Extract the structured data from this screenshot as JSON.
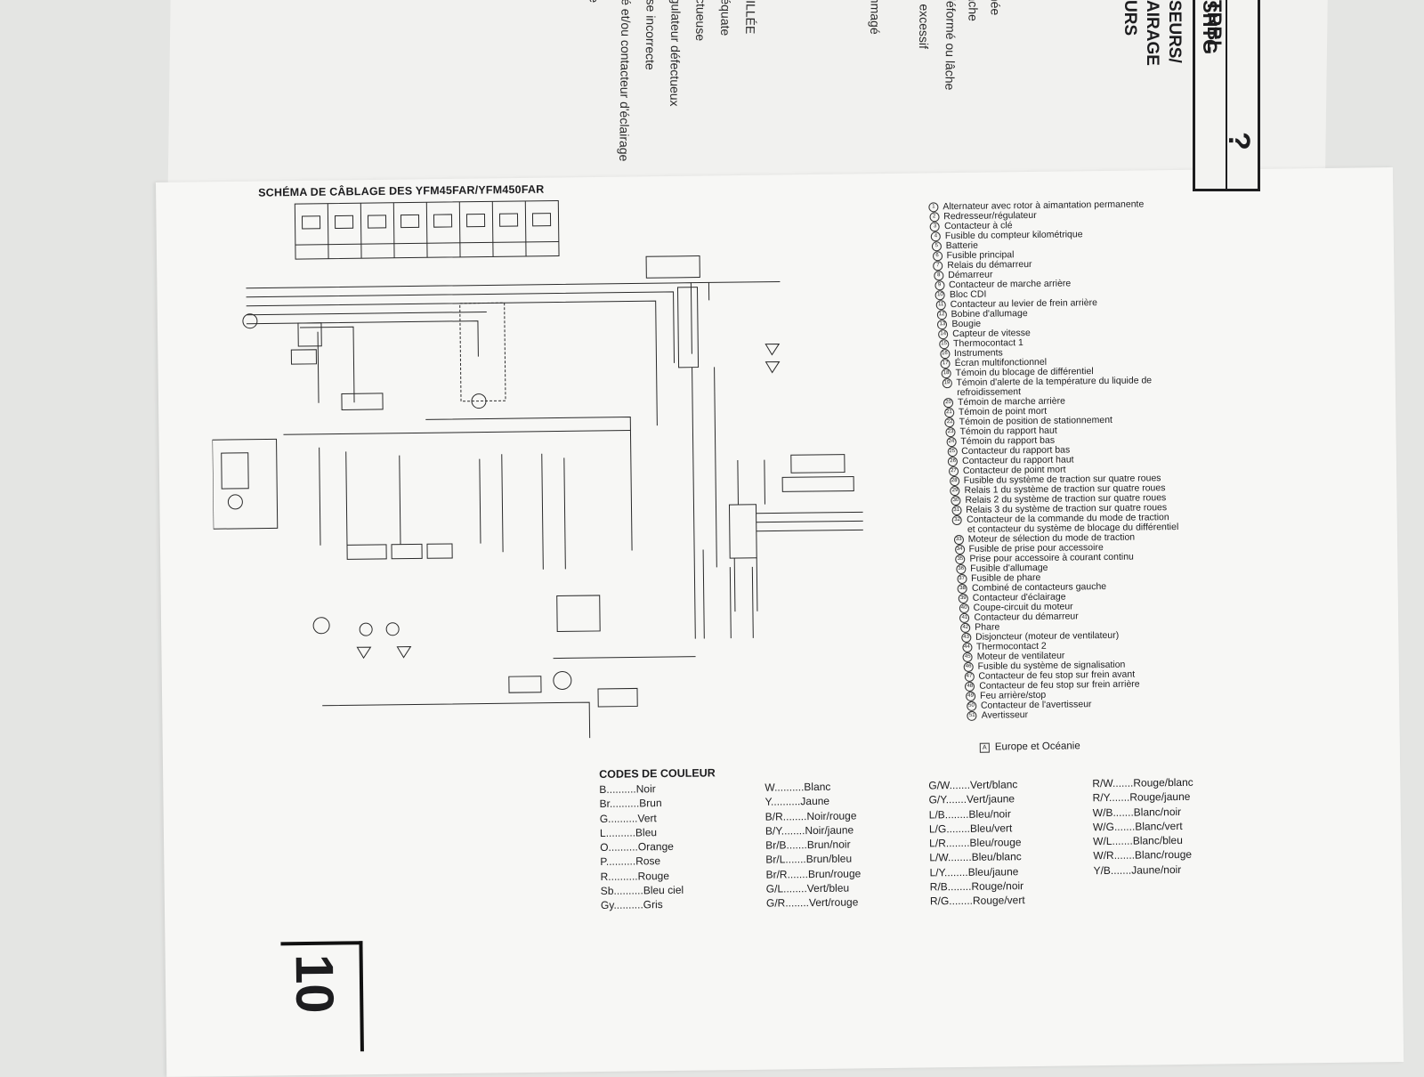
{
  "under_page": {
    "lines": [
      "ée",
      "clé et/ou contacteur d'éclairage",
      "isse incorrecte",
      "égulateur défectueux",
      "ectueuse",
      "déquate",
      "RILLÉE",
      "mmagé",
      "e excessif",
      "déformé ou lâche",
      "âche",
      "née"
    ]
  },
  "flipped_header": {
    "lines": [
      "SEURS/",
      "AIRAGE",
      "URS"
    ],
    "tab_labels": [
      "TRBL",
      "SHTG"
    ],
    "tab_icon": "?"
  },
  "diagram": {
    "title": "SCHÉMA DE CÂBLAGE DES YFM45FAR/YFM450FAR"
  },
  "legend": [
    {
      "num": "1",
      "label": "Alternateur avec rotor à aimantation permanente"
    },
    {
      "num": "2",
      "label": "Redresseur/régulateur"
    },
    {
      "num": "3",
      "label": "Contacteur à clé"
    },
    {
      "num": "4",
      "label": "Fusible du compteur kilométrique"
    },
    {
      "num": "5",
      "label": "Batterie"
    },
    {
      "num": "6",
      "label": "Fusible principal"
    },
    {
      "num": "7",
      "label": "Relais du démarreur"
    },
    {
      "num": "8",
      "label": "Démarreur"
    },
    {
      "num": "9",
      "label": "Contacteur de marche arrière"
    },
    {
      "num": "10",
      "label": "Bloc CDI"
    },
    {
      "num": "11",
      "label": "Contacteur au levier de frein arrière"
    },
    {
      "num": "12",
      "label": "Bobine d'allumage"
    },
    {
      "num": "13",
      "label": "Bougie"
    },
    {
      "num": "14",
      "label": "Capteur de vitesse"
    },
    {
      "num": "15",
      "label": "Thermocontact 1"
    },
    {
      "num": "16",
      "label": "Instruments"
    },
    {
      "num": "17",
      "label": "Écran multifonctionnel"
    },
    {
      "num": "18",
      "label": "Témoin du blocage de différentiel"
    },
    {
      "num": "19",
      "label": "Témoin d'alerte de la température du liquide de"
    },
    {
      "num": "",
      "label": "refroidissement"
    },
    {
      "num": "20",
      "label": "Témoin de marche arrière"
    },
    {
      "num": "21",
      "label": "Témoin de point mort"
    },
    {
      "num": "22",
      "label": "Témoin de position de stationnement"
    },
    {
      "num": "23",
      "label": "Témoin du rapport haut"
    },
    {
      "num": "24",
      "label": "Témoin du rapport bas"
    },
    {
      "num": "25",
      "label": "Contacteur du rapport bas"
    },
    {
      "num": "26",
      "label": "Contacteur du rapport haut"
    },
    {
      "num": "27",
      "label": "Contacteur de point mort"
    },
    {
      "num": "28",
      "label": "Fusible du système de traction sur quatre roues"
    },
    {
      "num": "29",
      "label": "Relais 1 du système de traction sur quatre roues"
    },
    {
      "num": "30",
      "label": "Relais 2 du système de traction sur quatre roues"
    },
    {
      "num": "31",
      "label": "Relais 3 du système de traction sur quatre roues"
    },
    {
      "num": "32",
      "label": "Contacteur de la commande du mode de traction"
    },
    {
      "num": "",
      "label": "et contacteur du système de blocage du différentiel"
    },
    {
      "num": "33",
      "label": "Moteur de sélection du mode de traction"
    },
    {
      "num": "34",
      "label": "Fusible de prise pour accessoire"
    },
    {
      "num": "35",
      "label": "Prise pour accessoire à courant continu"
    },
    {
      "num": "36",
      "label": "Fusible d'allumage"
    },
    {
      "num": "37",
      "label": "Fusible de phare"
    },
    {
      "num": "38",
      "label": "Combiné de contacteurs gauche"
    },
    {
      "num": "39",
      "label": "Contacteur d'éclairage"
    },
    {
      "num": "40",
      "label": "Coupe-circuit du moteur"
    },
    {
      "num": "41",
      "label": "Contacteur du démarreur"
    },
    {
      "num": "42",
      "label": "Phare"
    },
    {
      "num": "43",
      "label": "Disjoncteur (moteur de ventilateur)"
    },
    {
      "num": "44",
      "label": "Thermocontact 2"
    },
    {
      "num": "45",
      "label": "Moteur de ventilateur"
    },
    {
      "num": "46",
      "label": "Fusible du système de signalisation"
    },
    {
      "num": "47",
      "label": "Contacteur de feu stop sur frein avant"
    },
    {
      "num": "48",
      "label": "Contacteur de feu stop sur frein arrière"
    },
    {
      "num": "49",
      "label": "Feu arrière/stop"
    },
    {
      "num": "50",
      "label": "Contacteur de l'avertisseur"
    },
    {
      "num": "51",
      "label": "Avertisseur"
    }
  ],
  "region_note": {
    "marker": "A",
    "label": "Europe et Océanie"
  },
  "color_codes": {
    "title": "CODES DE COULEUR",
    "columns": [
      [
        {
          "code": "B",
          "dots": "..........",
          "name": "Noir"
        },
        {
          "code": "Br",
          "dots": "..........",
          "name": "Brun"
        },
        {
          "code": "G",
          "dots": "..........",
          "name": "Vert"
        },
        {
          "code": "L",
          "dots": "..........",
          "name": "Bleu"
        },
        {
          "code": "O",
          "dots": "..........",
          "name": "Orange"
        },
        {
          "code": "P",
          "dots": "..........",
          "name": "Rose"
        },
        {
          "code": "R",
          "dots": "..........",
          "name": "Rouge"
        },
        {
          "code": "Sb",
          "dots": "..........",
          "name": "Bleu ciel"
        },
        {
          "code": "Gy",
          "dots": "..........",
          "name": "Gris"
        }
      ],
      [
        {
          "code": "W",
          "dots": "..........",
          "name": "Blanc"
        },
        {
          "code": "Y",
          "dots": "..........",
          "name": "Jaune"
        },
        {
          "code": "B/R",
          "dots": "........",
          "name": "Noir/rouge"
        },
        {
          "code": "B/Y",
          "dots": "........",
          "name": "Noir/jaune"
        },
        {
          "code": "Br/B",
          "dots": ".......",
          "name": "Brun/noir"
        },
        {
          "code": "Br/L",
          "dots": ".......",
          "name": "Brun/bleu"
        },
        {
          "code": "Br/R",
          "dots": ".......",
          "name": "Brun/rouge"
        },
        {
          "code": "G/L",
          "dots": "........",
          "name": "Vert/bleu"
        },
        {
          "code": "G/R",
          "dots": "........",
          "name": "Vert/rouge"
        }
      ],
      [
        {
          "code": "G/W",
          "dots": ".......",
          "name": "Vert/blanc"
        },
        {
          "code": "G/Y",
          "dots": ".......",
          "name": "Vert/jaune"
        },
        {
          "code": "L/B",
          "dots": "........",
          "name": "Bleu/noir"
        },
        {
          "code": "L/G",
          "dots": "........",
          "name": "Bleu/vert"
        },
        {
          "code": "L/R",
          "dots": "........",
          "name": "Bleu/rouge"
        },
        {
          "code": "L/W",
          "dots": "........",
          "name": "Bleu/blanc"
        },
        {
          "code": "L/Y",
          "dots": "........",
          "name": "Bleu/jaune"
        },
        {
          "code": "R/B",
          "dots": "........",
          "name": "Rouge/noir"
        },
        {
          "code": "R/G",
          "dots": "........",
          "name": "Rouge/vert"
        }
      ],
      [
        {
          "code": "R/W",
          "dots": ".......",
          "name": "Rouge/blanc"
        },
        {
          "code": "R/Y",
          "dots": ".......",
          "name": "Rouge/jaune"
        },
        {
          "code": "W/B",
          "dots": ".......",
          "name": "Blanc/noir"
        },
        {
          "code": "W/G",
          "dots": ".......",
          "name": "Blanc/vert"
        },
        {
          "code": "W/L",
          "dots": ".......",
          "name": "Blanc/bleu"
        },
        {
          "code": "W/R",
          "dots": ".......",
          "name": "Blanc/rouge"
        },
        {
          "code": "Y/B",
          "dots": ".......",
          "name": "Jaune/noir"
        }
      ]
    ]
  },
  "page_number": "10"
}
